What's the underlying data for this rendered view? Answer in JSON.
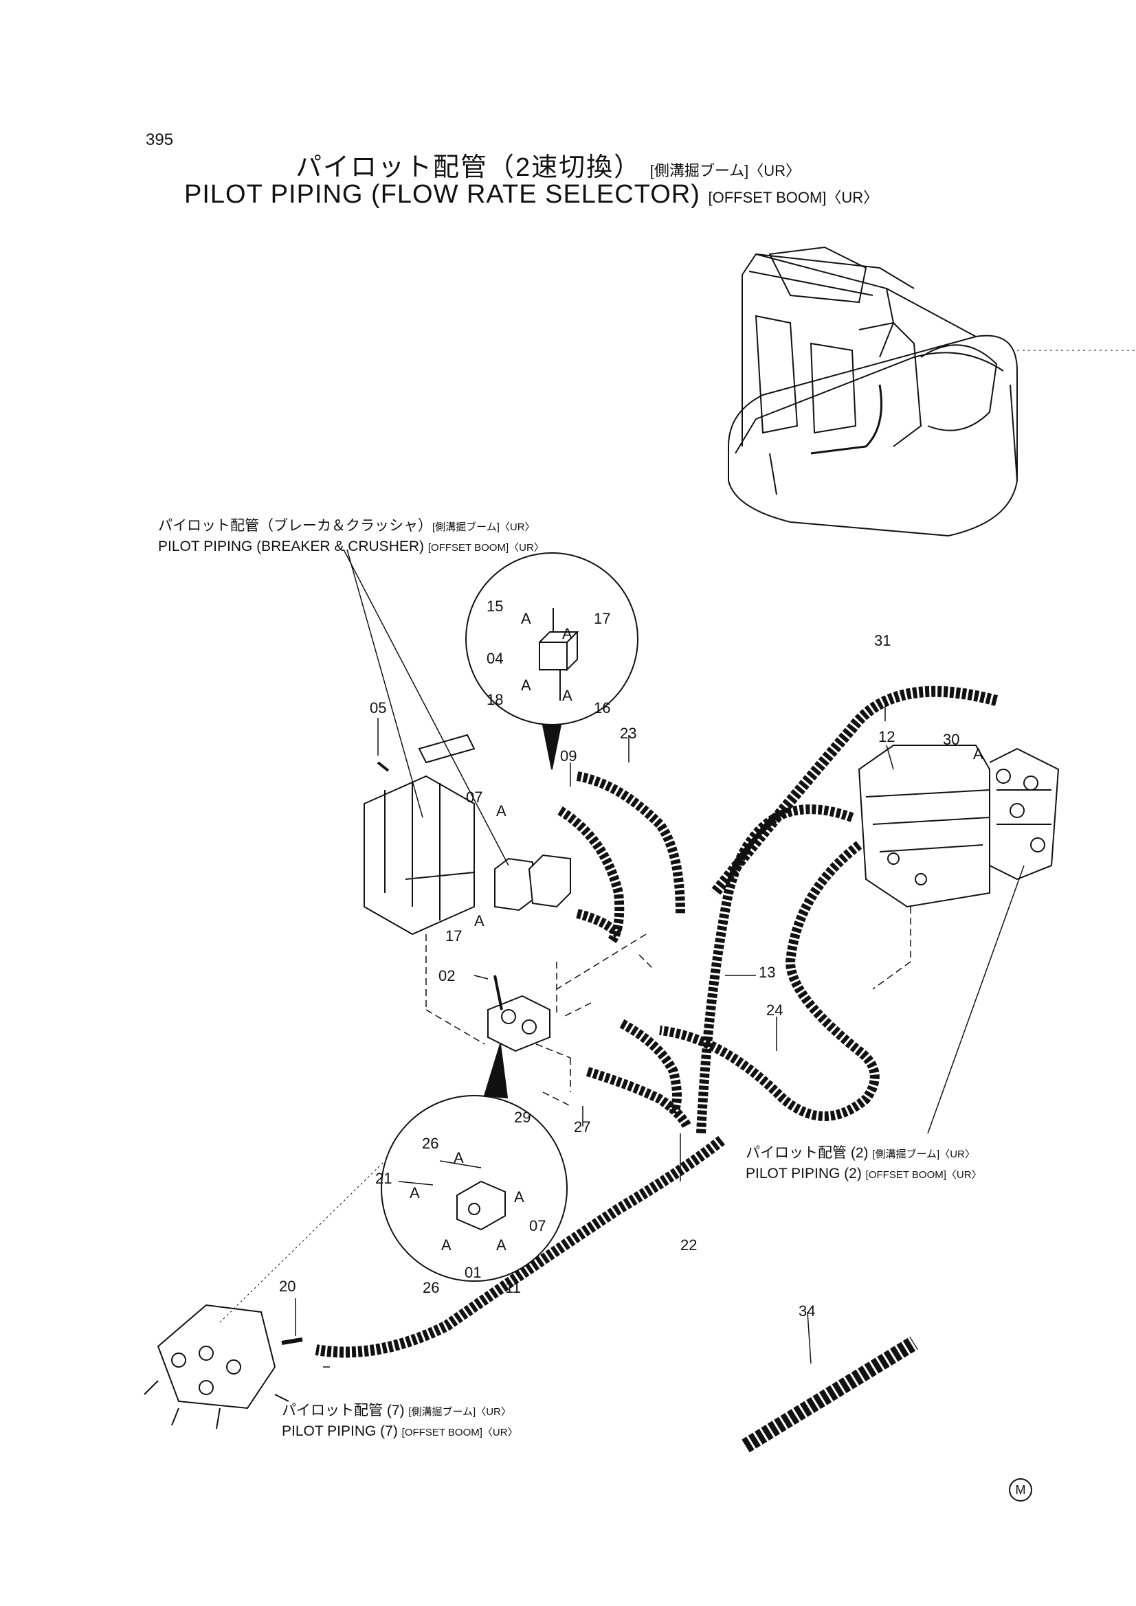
{
  "page_number": "395",
  "title": {
    "jp_main": "パイロット配管（2速切換）",
    "jp_sub": "[側溝掘ブーム]〈UR〉",
    "en_main": "PILOT  PIPING  (FLOW  RATE  SELECTOR)",
    "en_sub": "[OFFSET  BOOM]〈UR〉"
  },
  "references": [
    {
      "jp": "パイロット配管（ブレーカ＆クラッシャ）",
      "jp_sub": "[側溝掘ブーム]〈UR〉",
      "en": "PILOT  PIPING (BREAKER & CRUSHER)",
      "en_sub": "[OFFSET  BOOM]〈UR〉"
    },
    {
      "jp": "パイロット配管 (2)",
      "jp_sub": "[側溝掘ブーム]〈UR〉",
      "en": "PILOT  PIPING  (2)",
      "en_sub": "[OFFSET  BOOM]〈UR〉"
    },
    {
      "jp": "パイロット配管 (7)",
      "jp_sub": "[側溝掘ブーム]〈UR〉",
      "en": "PILOT  PIPING  (7)",
      "en_sub": "[OFFSET  BOOM]〈UR〉"
    }
  ],
  "callouts": {
    "c15": "15",
    "c17a": "17",
    "c04": "04",
    "c18": "18",
    "c16": "16",
    "cA1": "A",
    "cA2": "A",
    "cA3": "A",
    "cA4": "A",
    "c05": "05",
    "c07": "07",
    "c09": "09",
    "c23": "23",
    "c31": "31",
    "c12": "12",
    "c30": "30",
    "cA5": "A",
    "cA6": "A",
    "c17b": "17",
    "cA7": "A",
    "c02": "02",
    "c13": "13",
    "c24": "24",
    "c27": "27",
    "c22": "22",
    "c29": "29",
    "c26a": "26",
    "c21": "21",
    "c07b": "07",
    "c26b": "26",
    "c01": "01",
    "c11": "11",
    "cA8": "A",
    "cA9": "A",
    "cA10": "A",
    "cA11": "A",
    "cA12": "A",
    "c20": "20",
    "c34": "34"
  },
  "mark": "M"
}
